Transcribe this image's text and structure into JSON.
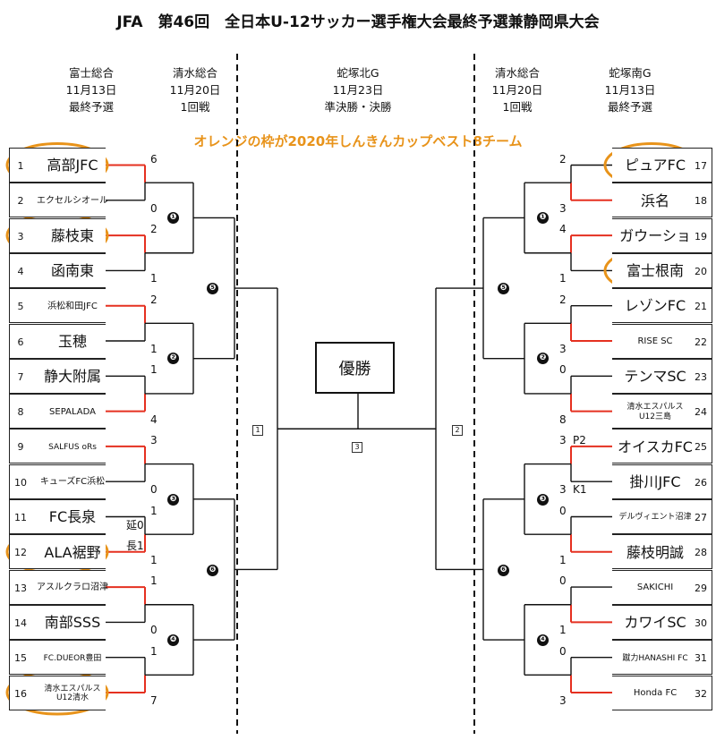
{
  "title": "JFA　第46回　全日本U-12サッカー選手権大会最終予選兼静岡県大会",
  "headers": {
    "left_outer": [
      "富士総合",
      "11月13日",
      "最終予選"
    ],
    "left_inner": [
      "清水総合",
      "11月20日",
      "1回戦"
    ],
    "center": [
      "蛇塚北G",
      "11月23日",
      "準決勝・決勝"
    ],
    "right_inner": [
      "清水総合",
      "11月20日",
      "1回戦"
    ],
    "right_outer": [
      "蛇塚南G",
      "11月13日",
      "最終予選"
    ]
  },
  "note": "オレンジの枠が2020年しんきんカップベスト8チーム",
  "champion_label": "優勝",
  "left_teams": [
    {
      "no": "1",
      "name": "高部JFC",
      "highlight": true
    },
    {
      "no": "2",
      "name": "エクセルシオール",
      "highlight": false
    },
    {
      "no": "3",
      "name": "藤枝東",
      "highlight": true
    },
    {
      "no": "4",
      "name": "函南東",
      "highlight": false
    },
    {
      "no": "5",
      "name": "浜松和田JFC",
      "highlight": false
    },
    {
      "no": "6",
      "name": "玉穂",
      "highlight": false
    },
    {
      "no": "7",
      "name": "静大附属",
      "highlight": false
    },
    {
      "no": "8",
      "name": "SEPALADA",
      "highlight": false
    },
    {
      "no": "9",
      "name": "SALFUS oRs",
      "highlight": false
    },
    {
      "no": "10",
      "name": "キューズFC浜松",
      "highlight": false
    },
    {
      "no": "11",
      "name": "FC長泉",
      "highlight": false
    },
    {
      "no": "12",
      "name": "ALA裾野",
      "highlight": true
    },
    {
      "no": "13",
      "name": "アスルクラロ沼津",
      "highlight": false
    },
    {
      "no": "14",
      "name": "南部SSS",
      "highlight": false
    },
    {
      "no": "15",
      "name": "FC.DUEOR豊田",
      "highlight": false
    },
    {
      "no": "16",
      "name": "清水エスパルス\nU12清水",
      "highlight": true
    }
  ],
  "right_teams": [
    {
      "no": "17",
      "name": "ピュアFC",
      "highlight": true
    },
    {
      "no": "18",
      "name": "浜名",
      "highlight": false
    },
    {
      "no": "19",
      "name": "ガウーショ",
      "highlight": false
    },
    {
      "no": "20",
      "name": "富士根南",
      "highlight": true
    },
    {
      "no": "21",
      "name": "レゾンFC",
      "highlight": false
    },
    {
      "no": "22",
      "name": "RISE SC",
      "highlight": false
    },
    {
      "no": "23",
      "name": "テンマSC",
      "highlight": false
    },
    {
      "no": "24",
      "name": "清水エスパルス\nU12三島",
      "highlight": false
    },
    {
      "no": "25",
      "name": "オイスカFC",
      "highlight": false
    },
    {
      "no": "26",
      "name": "掛川JFC",
      "highlight": false
    },
    {
      "no": "27",
      "name": "デルヴィエント沼津",
      "highlight": false
    },
    {
      "no": "28",
      "name": "藤枝明誠",
      "highlight": false
    },
    {
      "no": "29",
      "name": "SAKICHI",
      "highlight": false
    },
    {
      "no": "30",
      "name": "カワイSC",
      "highlight": false
    },
    {
      "no": "31",
      "name": "蹴力HANASHI FC",
      "highlight": false
    },
    {
      "no": "32",
      "name": "Honda FC",
      "highlight": false
    }
  ],
  "left_scores": [
    "6",
    "0",
    "2",
    "1",
    "2",
    "1",
    "1",
    "4",
    "3",
    "0",
    "1",
    "1",
    "1",
    "0",
    "1",
    "7"
  ],
  "right_scores": [
    "2",
    "3",
    "4",
    "1",
    "2",
    "3",
    "0",
    "8",
    "3",
    "3",
    "0",
    "1",
    "0",
    "1",
    "0",
    "3"
  ],
  "extras": {
    "left_11": "延0",
    "left_12": "長1",
    "right_25": "P2",
    "right_26": "K1"
  },
  "match_numbers": [
    "❶",
    "❷",
    "❸",
    "❹",
    "❺",
    "❻"
  ],
  "box_numbers": [
    "1",
    "2",
    "3"
  ],
  "colors": {
    "winner_line": "#e53020",
    "highlight_ring": "#e8931a",
    "line": "#111111"
  }
}
